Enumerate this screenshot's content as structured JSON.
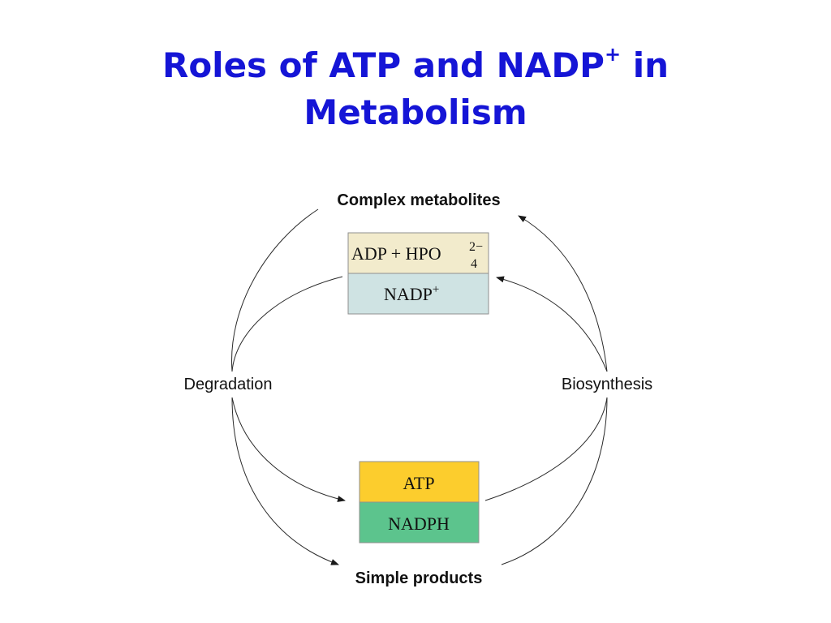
{
  "title": {
    "line1_pre": "Roles of ATP and NADP",
    "line1_sup": "+",
    "line1_post": " in",
    "line2": "Metabolism"
  },
  "diagram": {
    "top_node": "Complex metabolites",
    "bottom_node": "Simple products",
    "left_node": "Degradation",
    "right_node": "Biosynthesis",
    "top_box": {
      "upper": {
        "main": "ADP + HPO",
        "sup": "2−",
        "sub": "4",
        "color": "#f2ebcc"
      },
      "lower": {
        "main": "NADP",
        "sup": "+",
        "color": "#cfe3e3"
      }
    },
    "bottom_box": {
      "upper": {
        "main": "ATP",
        "color": "#fccd2d"
      },
      "lower": {
        "main": "NADPH",
        "color": "#5cc48d"
      }
    }
  }
}
